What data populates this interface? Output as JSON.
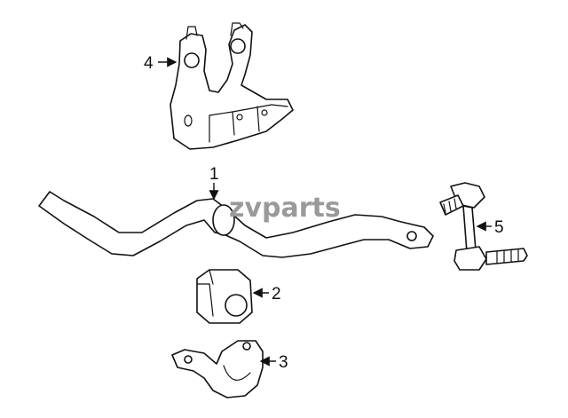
{
  "watermark": {
    "text": "zvparts"
  },
  "callouts": [
    {
      "id": "1",
      "label": "1",
      "part": "stabilizer-bar"
    },
    {
      "id": "2",
      "label": "2",
      "part": "bushing"
    },
    {
      "id": "3",
      "label": "3",
      "part": "bushing-bracket"
    },
    {
      "id": "4",
      "label": "4",
      "part": "mounting-bracket"
    },
    {
      "id": "5",
      "label": "5",
      "part": "stabilizer-link"
    }
  ],
  "colors": {
    "line": "#111111",
    "background": "#ffffff",
    "watermark": "#9a9a9a"
  }
}
